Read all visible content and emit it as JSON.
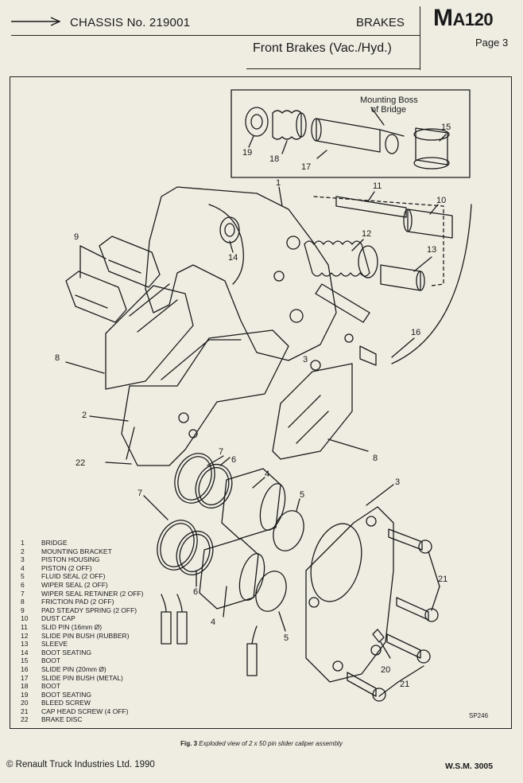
{
  "header": {
    "chassis": "CHASSIS No. 219001",
    "section": "BRAKES",
    "subtitle": "Front Brakes (Vac./Hyd.)",
    "code_prefix": "M",
    "code_suffix": "A120",
    "page": "Page 3"
  },
  "diagram": {
    "inset_label": [
      "Mounting Boss",
      "of Bridge"
    ],
    "callouts": [
      "1",
      "2",
      "3",
      "3",
      "4",
      "4",
      "5",
      "5",
      "6",
      "6",
      "7",
      "7",
      "8",
      "8",
      "9",
      "10",
      "11",
      "12",
      "13",
      "14",
      "15",
      "16",
      "17",
      "18",
      "19",
      "20",
      "21",
      "21",
      "22"
    ]
  },
  "legend": [
    {
      "num": "1",
      "text": "BRIDGE"
    },
    {
      "num": "2",
      "text": "MOUNTING BRACKET"
    },
    {
      "num": "3",
      "text": "PISTON HOUSING"
    },
    {
      "num": "4",
      "text": "PISTON (2 OFF)"
    },
    {
      "num": "5",
      "text": "FLUID SEAL (2 OFF)"
    },
    {
      "num": "6",
      "text": "WIPER SEAL (2 OFF)"
    },
    {
      "num": "7",
      "text": "WIPER SEAL RETAINER (2 OFF)"
    },
    {
      "num": "8",
      "text": "FRICTION PAD (2 OFF)"
    },
    {
      "num": "9",
      "text": "PAD STEADY SPRING (2 OFF)"
    },
    {
      "num": "10",
      "text": "DUST CAP"
    },
    {
      "num": "11",
      "text": "SLID PIN (16mm Ø)"
    },
    {
      "num": "12",
      "text": "SLIDE PIN BUSH (RUBBER)"
    },
    {
      "num": "13",
      "text": "SLEEVE"
    },
    {
      "num": "14",
      "text": "BOOT SEATING"
    },
    {
      "num": "15",
      "text": "BOOT"
    },
    {
      "num": "16",
      "text": "SLIDE PIN (20mm Ø)"
    },
    {
      "num": "17",
      "text": "SLIDE PIN BUSH (METAL)"
    },
    {
      "num": "18",
      "text": "BOOT"
    },
    {
      "num": "19",
      "text": "BOOT SEATING"
    },
    {
      "num": "20",
      "text": "BLEED SCREW"
    },
    {
      "num": "21",
      "text": "CAP HEAD SCREW (4 OFF)"
    },
    {
      "num": "22",
      "text": "BRAKE DISC"
    }
  ],
  "figure_code": "SP246",
  "caption": {
    "label": "Fig. 3",
    "text": "Exploded view of 2 x 50 pin slider caliper assembly"
  },
  "footer": {
    "copyright": "© Renault Truck Industries Ltd. 1990",
    "manual": "W.S.M. 3005"
  }
}
